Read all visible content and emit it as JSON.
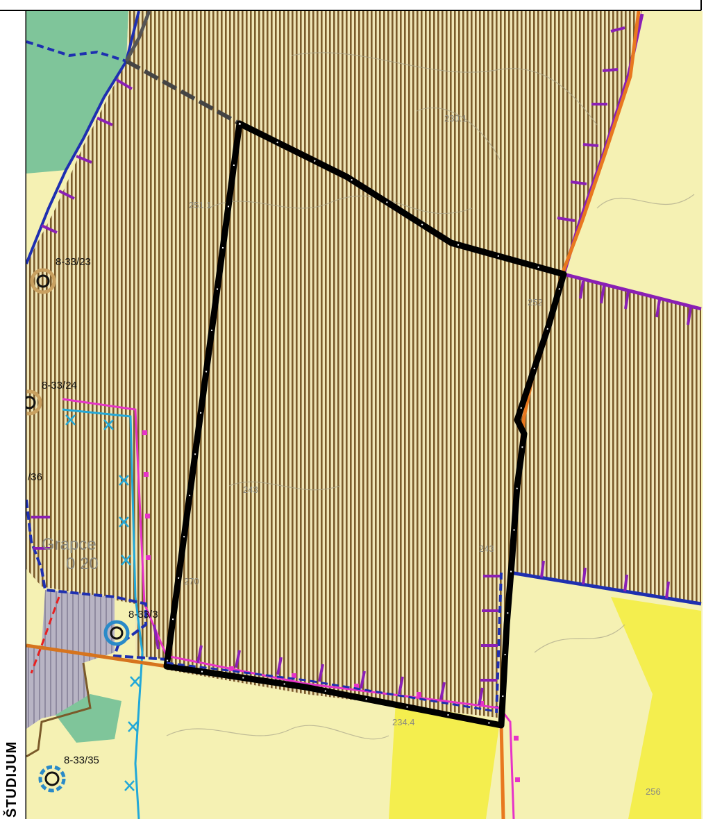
{
  "map": {
    "side_label": "ŠTUDIJUM",
    "parcel_labels": [
      "8-33/23",
      "8-33/24",
      "/36",
      "8-33/3",
      "8-33/35"
    ],
    "faint_labels": [
      "Grapce",
      "0 20",
      "230.1",
      "251.1",
      "243",
      "243",
      "270",
      "234.4",
      "252",
      "256"
    ],
    "colors": {
      "hatch_brown": "#7a5a2a",
      "field_yellow": "#f5f1b3",
      "bright_yellow": "#f4ee4e",
      "forest_green": "#7fc59a",
      "purple_boundary": "#8a1fb5",
      "blue_boundary": "#1e2fb0",
      "orange_road": "#e8781f",
      "plot_outline": "#000000",
      "magenta_line": "#e633c8",
      "cyan_line": "#22a8d8",
      "settlement_grey": "#b8b4c4"
    }
  }
}
